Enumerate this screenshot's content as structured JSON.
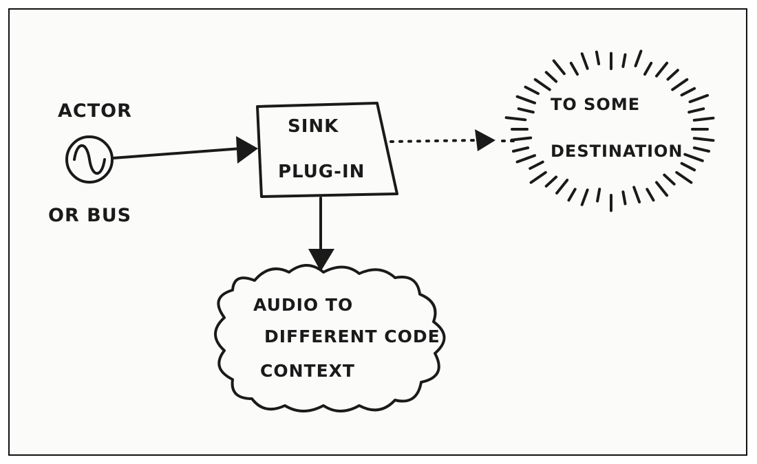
{
  "diagram": {
    "actor_label": "ACTOR",
    "actor_sublabel": "OR BUS",
    "sink_line1": "SINK",
    "sink_line2": "PLUG-IN",
    "destination_line1": "TO SOME",
    "destination_line2": "DESTINATION",
    "cloud_line1": "AUDIO TO",
    "cloud_line2": "DIFFERENT CODE",
    "cloud_line3": "CONTEXT",
    "ink_color": "#1a1a1a",
    "paper_color": "#fbfbfa"
  }
}
